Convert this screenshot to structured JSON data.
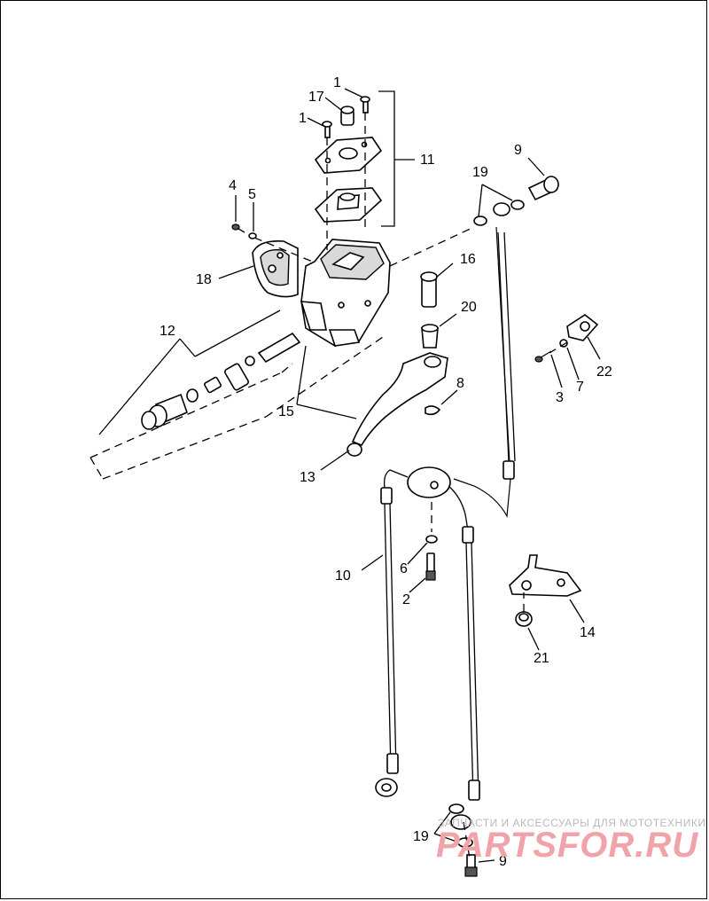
{
  "callouts": {
    "c1a": "1",
    "c1b": "1",
    "c17": "17",
    "c11": "11",
    "c4": "4",
    "c5": "5",
    "c18": "18",
    "c12": "12",
    "c15": "15",
    "c13": "13",
    "c16": "16",
    "c20": "20",
    "c8": "8",
    "c9a": "9",
    "c19a": "19",
    "c22": "22",
    "c3": "3",
    "c7": "7",
    "c10": "10",
    "c6": "6",
    "c2": "2",
    "c14": "14",
    "c21": "21",
    "c19b": "19",
    "c9b": "9"
  },
  "watermark": {
    "tagline": "ЗАПЧАСТИ И АКСЕССУАРЫ ДЛЯ МОТОТЕХНИКИ",
    "brand": "PARTSFOR.RU"
  }
}
